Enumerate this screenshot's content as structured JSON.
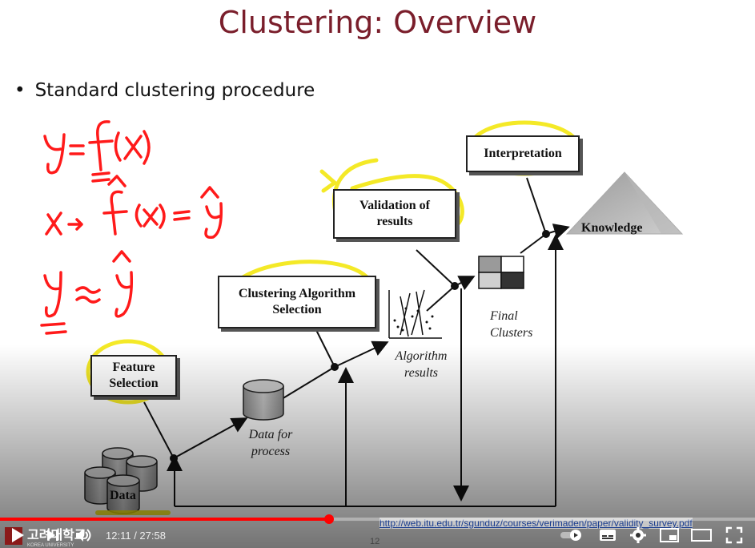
{
  "slide": {
    "title": "Clustering: Overview",
    "bullet": "Standard clustering procedure",
    "boxes": {
      "feature": [
        "Feature",
        "Selection"
      ],
      "algorithm": [
        "Clustering Algorithm",
        "Selection"
      ],
      "validation": [
        "Validation of",
        "results"
      ],
      "interpretation": "Interpretation"
    },
    "labels": {
      "data": "Data",
      "data_process": [
        "Data for",
        "process"
      ],
      "algorithm_results": [
        "Algorithm",
        "results"
      ],
      "final_clusters": [
        "Final",
        "Clusters"
      ],
      "knowledge": "Knowledge"
    },
    "url": "http://web.itu.edu.tr/sgunduz/courses/verimaden/paper/validity_survey.pdf",
    "page_number": "12"
  },
  "handwriting": {
    "line1": "y = f(x)",
    "line2": "x → f̂(x) = ŷ",
    "line3": "y ≈ ŷ",
    "ink_color": "#ff1a1a",
    "highlight_color": "#f3e600"
  },
  "player": {
    "time_current": "12:11",
    "time_separator": " / ",
    "time_total": "27:58",
    "progress_fraction": 0.436,
    "logo_text": "고려대학교",
    "logo_sub": "KOREA UNIVERSITY",
    "accent": "#ff0000",
    "icons": [
      "play-icon",
      "next-icon",
      "volume-icon",
      "autoplay-toggle-icon",
      "subtitles-icon",
      "settings-icon",
      "miniplayer-icon",
      "theater-icon",
      "fullscreen-icon"
    ]
  }
}
